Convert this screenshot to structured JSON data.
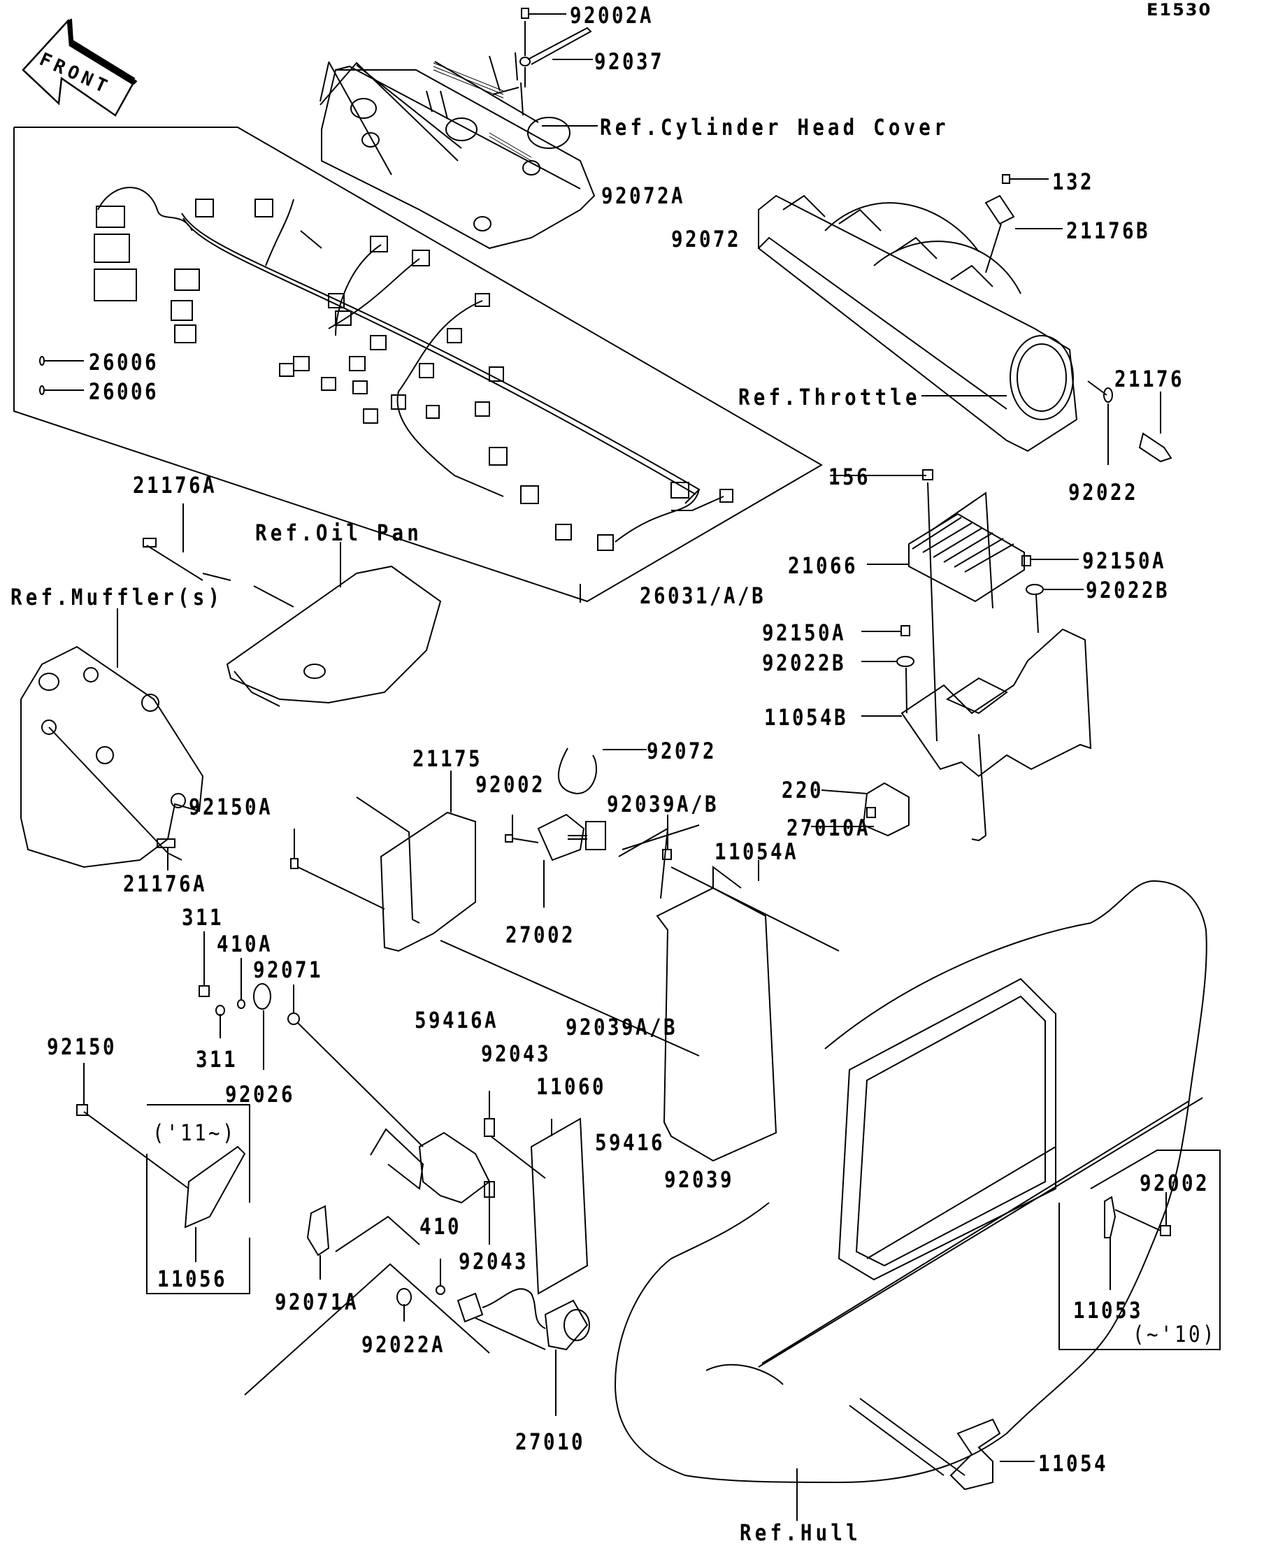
{
  "diagram": {
    "code": "E1530",
    "front_label": "FRONT",
    "references": {
      "cylinder_head_cover": "Ref.Cylinder Head Cover",
      "throttle": "Ref.Throttle",
      "oil_pan": "Ref.Oil Pan",
      "muffler": "Ref.Muffler(s)",
      "hull": "Ref.Hull"
    },
    "year_notes": {
      "from_11": "('11~)",
      "to_10": "(~'10)"
    },
    "parts": [
      {
        "id": "p1",
        "number": "92002A"
      },
      {
        "id": "p2",
        "number": "92037"
      },
      {
        "id": "p3",
        "number": "132"
      },
      {
        "id": "p4",
        "number": "21176B"
      },
      {
        "id": "p5",
        "number": "92072A"
      },
      {
        "id": "p6",
        "number": "92072"
      },
      {
        "id": "p7",
        "number": "26006"
      },
      {
        "id": "p8",
        "number": "26006"
      },
      {
        "id": "p9",
        "number": "21176"
      },
      {
        "id": "p10",
        "number": "92022"
      },
      {
        "id": "p11",
        "number": "156"
      },
      {
        "id": "p12",
        "number": "21066"
      },
      {
        "id": "p13",
        "number": "92150A"
      },
      {
        "id": "p14",
        "number": "92022B"
      },
      {
        "id": "p15",
        "number": "92150A"
      },
      {
        "id": "p16",
        "number": "92022B"
      },
      {
        "id": "p17",
        "number": "11054B"
      },
      {
        "id": "p18",
        "number": "21176A"
      },
      {
        "id": "p19",
        "number": "26031/A/B"
      },
      {
        "id": "p20",
        "number": "92072"
      },
      {
        "id": "p21",
        "number": "21175"
      },
      {
        "id": "p22",
        "number": "92002"
      },
      {
        "id": "p23",
        "number": "92039A/B"
      },
      {
        "id": "p24",
        "number": "220"
      },
      {
        "id": "p25",
        "number": "27010A"
      },
      {
        "id": "p26",
        "number": "92150A"
      },
      {
        "id": "p27",
        "number": "11054A"
      },
      {
        "id": "p28",
        "number": "21176A"
      },
      {
        "id": "p29",
        "number": "27002"
      },
      {
        "id": "p30",
        "number": "311"
      },
      {
        "id": "p31",
        "number": "410A"
      },
      {
        "id": "p32",
        "number": "92071"
      },
      {
        "id": "p33",
        "number": "59416A"
      },
      {
        "id": "p34",
        "number": "92039A/B"
      },
      {
        "id": "p35",
        "number": "92150"
      },
      {
        "id": "p36",
        "number": "311"
      },
      {
        "id": "p37",
        "number": "92043"
      },
      {
        "id": "p38",
        "number": "11060"
      },
      {
        "id": "p39",
        "number": "92026"
      },
      {
        "id": "p40",
        "number": "59416"
      },
      {
        "id": "p41",
        "number": "92039"
      },
      {
        "id": "p42",
        "number": "92002"
      },
      {
        "id": "p43",
        "number": "410"
      },
      {
        "id": "p44",
        "number": "92043"
      },
      {
        "id": "p45",
        "number": "11056"
      },
      {
        "id": "p46",
        "number": "92071A"
      },
      {
        "id": "p47",
        "number": "11053"
      },
      {
        "id": "p48",
        "number": "92022A"
      },
      {
        "id": "p49",
        "number": "27010"
      },
      {
        "id": "p50",
        "number": "11054"
      }
    ]
  }
}
